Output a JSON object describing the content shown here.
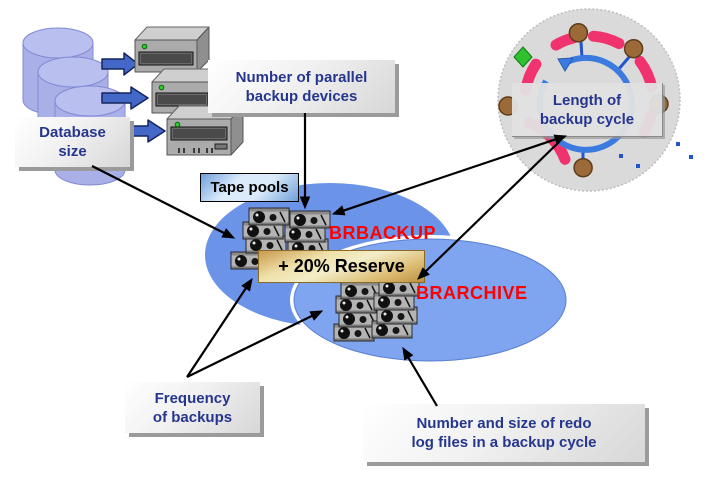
{
  "diagram": {
    "topic": "Sizing of tape pools for BRBACKUP and BRARCHIVE"
  },
  "labels": {
    "database_size": "Database\nsize",
    "parallel_devices": "Number of parallel\nbackup devices",
    "tape_pools": "Tape pools",
    "backup_cycle_length": "Length of\nbackup cycle",
    "frequency": "Frequency\nof backups",
    "redo_logs": "Number and size of redo\nlog files in a backup cycle",
    "reserve": "+ 20% Reserve"
  },
  "pools": {
    "brbackup": "BRBACKUP",
    "brarchive": "BRARCHIVE"
  },
  "icons": {
    "database": "database-cylinders-icon",
    "devices": "backup-devices-tower-icon",
    "cycle": "backup-cycle-calendar-icon",
    "tape": "tape-cassette-icon",
    "flow_arrows": "blue-block-arrow-icon"
  },
  "colors": {
    "label_text": "#26368f",
    "pool_text": "#ff0000",
    "brbackup_ellipse": "#6b93e8",
    "brarchive_ellipse": "#7fa4f0",
    "reserve_box_gold": "#e8d9a0",
    "tape_pools_box_blue": "#a8cbf0",
    "cycle_ring_pink": "#f0326e",
    "cycle_dot_brown": "#9c6a38",
    "cycle_marker_green": "#2ec22e",
    "cycle_arrow_blue": "#3b7be0",
    "block_arrow_blue": "#4468c8",
    "cylinder_lavender": "#a9b0e8"
  }
}
